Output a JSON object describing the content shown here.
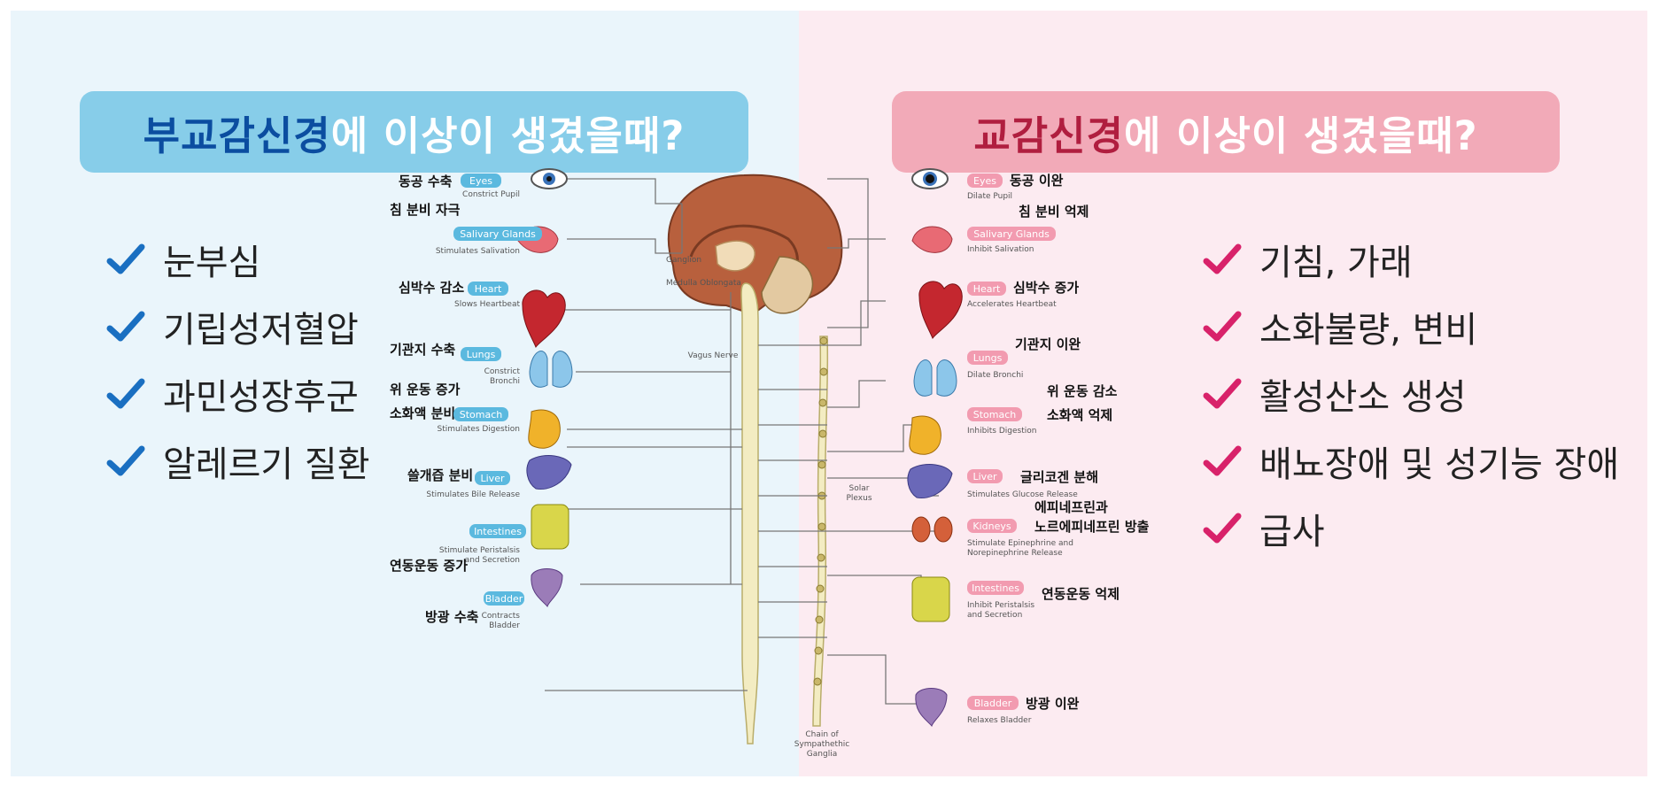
{
  "left": {
    "title_highlight": "부교감신경",
    "title_rest": "에 이상이 생겼을때?",
    "items": [
      "눈부심",
      "기립성저혈압",
      "과민성장후군",
      "알레르기 질환"
    ],
    "check_color": "#1a6fc1"
  },
  "right": {
    "title_highlight": "교감신경",
    "title_rest": "에 이상이 생겼을때?",
    "items": [
      "기침, 가래",
      "소화불량, 변비",
      "활성산소 생성",
      "배뇨장애 및 성기능 장애",
      "급사"
    ],
    "check_color": "#d8226a"
  },
  "diagram": {
    "center": {
      "ganglion": "Ganglion",
      "medulla": "Medulla Oblongata",
      "vagus": "Vagus Nerve",
      "solar": "Solar",
      "plexus": "Plexus",
      "chain1": "Chain of",
      "chain2": "Sympathethic",
      "chain3": "Ganglia"
    },
    "left_organs": [
      {
        "ko": "동공 수축",
        "tag": "Eyes",
        "en": "Constrict Pupil"
      },
      {
        "ko": "침 분비 자극",
        "tag": "Salivary Glands",
        "en": "Stimulates Salivation"
      },
      {
        "ko": "심박수 감소",
        "tag": "Heart",
        "en": "Slows Heartbeat"
      },
      {
        "ko": "기관지 수축",
        "tag": "Lungs",
        "en": "Constrict",
        "en2": "Bronchi"
      },
      {
        "ko": "위 운동 증가",
        "tag": "",
        "en": ""
      },
      {
        "ko": "소화액 분비",
        "tag": "Stomach",
        "en": "Stimulates Digestion"
      },
      {
        "ko": "쓸개즙 분비",
        "tag": "Liver",
        "en": "Stimulates Bile Release"
      },
      {
        "ko": "연동운동 증가",
        "tag": "Intestines",
        "en": "Stimulate Peristalsis",
        "en2": "and Secretion"
      },
      {
        "ko": "방광 수축",
        "tag": "Bladder",
        "en": "Contracts",
        "en2": "Bladder"
      }
    ],
    "right_organs": [
      {
        "ko": "동공 이완",
        "tag": "Eyes",
        "en": "Dilate Pupil"
      },
      {
        "ko": "침 분비 억제",
        "tag": "Salivary Glands",
        "en": "Inhibit Salivation"
      },
      {
        "ko": "심박수 증가",
        "tag": "Heart",
        "en": "Accelerates Heartbeat"
      },
      {
        "ko": "기관지 이완",
        "tag": "Lungs",
        "en": "Dilate Bronchi"
      },
      {
        "ko": "위 운동 감소",
        "tag": "",
        "en": ""
      },
      {
        "ko": "소화액 억제",
        "tag": "Stomach",
        "en": "Inhibits Digestion"
      },
      {
        "ko": "글리코겐 분해",
        "tag": "Liver",
        "en": "Stimulates Glucose Release"
      },
      {
        "ko": "에피네프린과",
        "ko2": "노르에피네프린 방출",
        "tag": "Kidneys",
        "en": "Stimulate Epinephrine and",
        "en2": "Norepinephrine Release"
      },
      {
        "ko": "연동운동 억제",
        "tag": "Intestines",
        "en": "Inhibit Peristalsis",
        "en2": "and Secretion"
      },
      {
        "ko": "방광 이완",
        "tag": "Bladder",
        "en": "Relaxes Bladder"
      }
    ]
  }
}
